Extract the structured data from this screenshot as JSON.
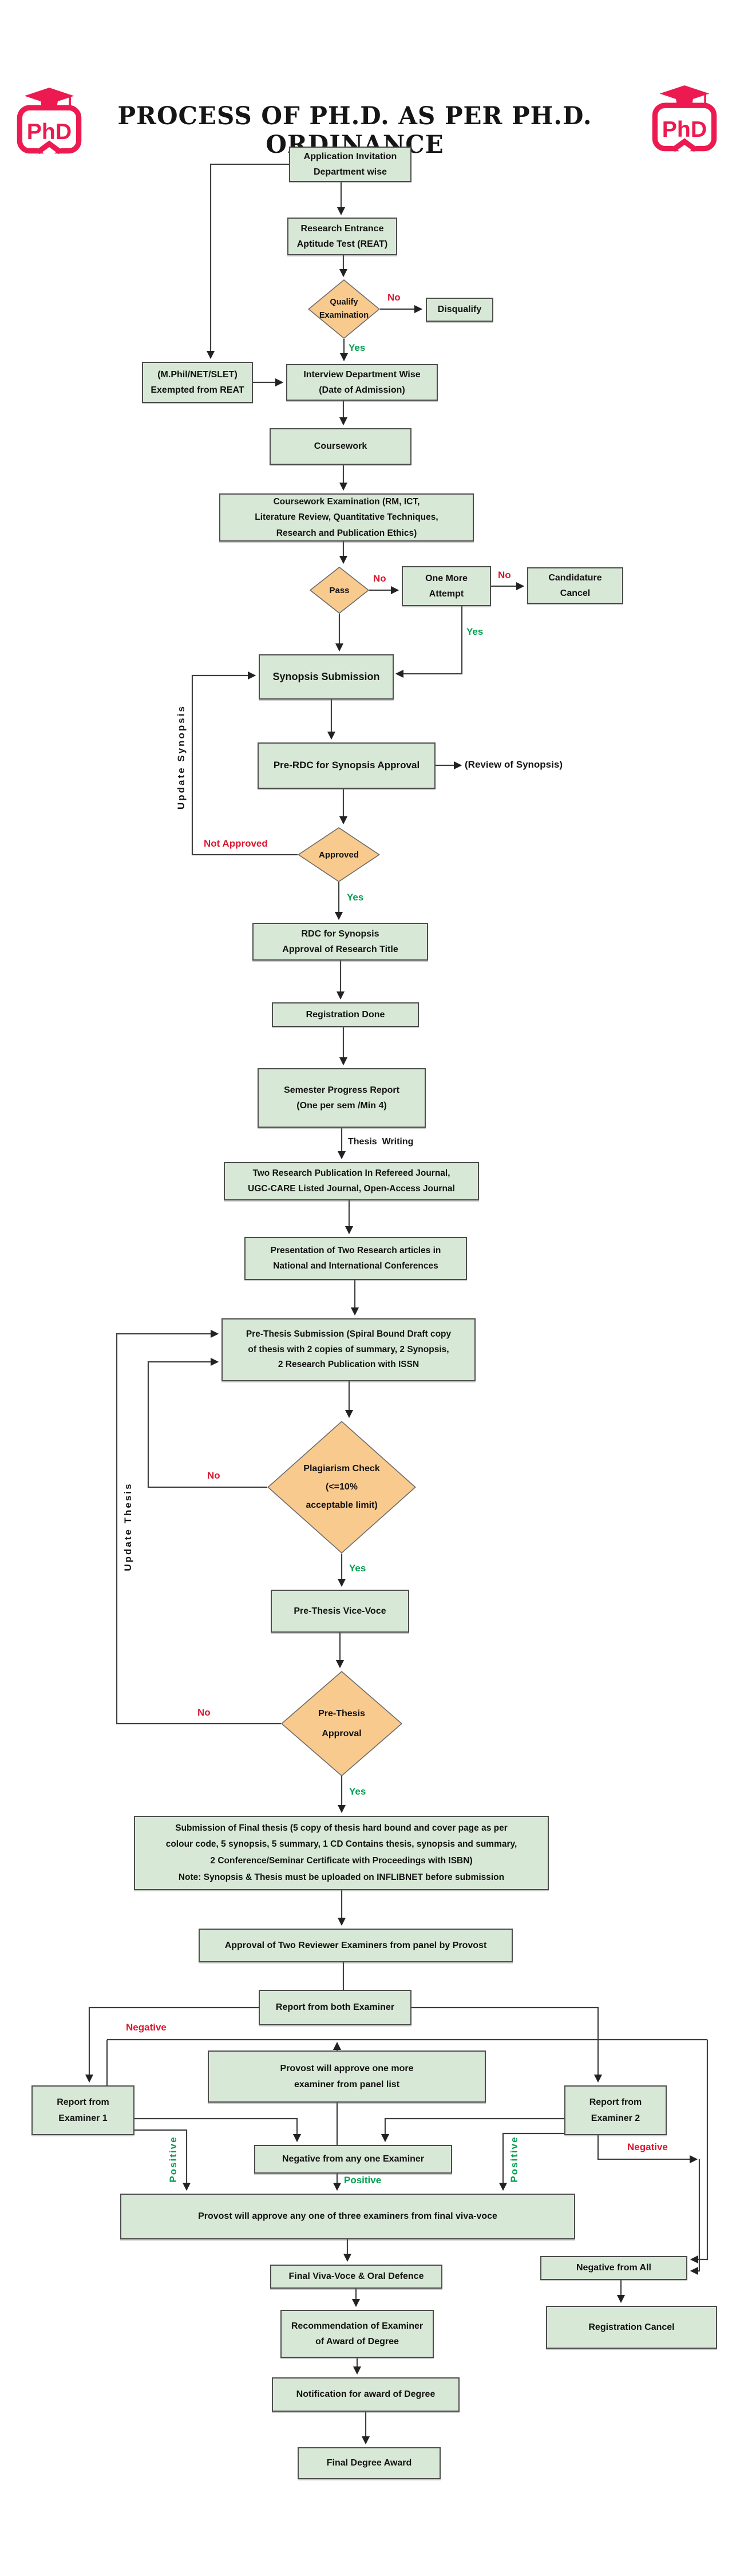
{
  "header": {
    "title": "PROCESS OF PH.D. AS PER PH.D. ORDINANCE",
    "logo_text": "PhD"
  },
  "colors": {
    "box_fill": "#d8e8d6",
    "diamond_fill": "#f9ca8e",
    "negative_red": "#d8182f",
    "positive_green": "#009e4f",
    "logo_pink": "#ec1a50",
    "line": "#3f3f3f"
  },
  "nodes": {
    "app_invite": "Application Invitation\nDepartment wise",
    "reat": "Research Entrance\nAptitude Test (REAT)",
    "qualify": "Qualify\nExamination",
    "disqualify": "Disqualify",
    "exempted": "(M.Phil/NET/SLET)\nExempted from REAT",
    "interview": "Interview Department Wise\n(Date of Admission)",
    "coursework": "Coursework",
    "coursework_exam": "Coursework Examination (RM, ICT,\nLiterature Review, Quantitative Techniques,\nResearch and Publication Ethics)",
    "pass": "Pass",
    "one_more": "One More\nAttempt",
    "candidature_cancel": "Candidature\nCancel",
    "synopsis_submission": "Synopsis Submission",
    "pre_rdc": "Pre-RDC for Synopsis Approval",
    "approved": "Approved",
    "rdc": "RDC for Synopsis\nApproval of Research Title",
    "registration_done": "Registration Done",
    "semester": "Semester Progress Report\n(One per sem /Min 4)",
    "two_research": "Two Research Publication In Refereed Journal,\nUGC-CARE Listed Journal, Open-Access Journal",
    "presentation": "Presentation of Two Research articles in\nNational and International Conferences",
    "pre_thesis_submission": "Pre-Thesis Submission (Spiral Bound Draft copy\nof thesis with 2 copies of summary, 2 Synopsis,\n2 Research Publication with ISSN",
    "plagiarism": "Plagiarism Check\n(<=10%\nacceptable limit)",
    "pre_thesis_viva": "Pre-Thesis Vice-Voce",
    "pre_thesis_approval": "Pre-Thesis\nApproval",
    "final_submission": "Submission of Final thesis (5 copy of thesis hard bound and cover page as per\ncolour code, 5 synopsis, 5 summary, 1 CD Contains thesis, synopsis and summary,\n2 Conference/Seminar Certificate with Proceedings with ISBN)\nNote: Synopsis & Thesis must be uploaded on INFLIBNET before submission",
    "approval_two": "Approval of Two Reviewer Examiners from panel by Provost",
    "report_both": "Report from both Examiner",
    "provost_one_more": "Provost will approve one more\nexaminer from panel list",
    "report_ex1": "Report from\nExaminer 1",
    "report_ex2": "Report from\nExaminer 2",
    "negative_any": "Negative from any one Examiner",
    "provost_three": "Provost will approve any one of three examiners from final viva-voce",
    "final_viva": "Final Viva-Voce & Oral Defence",
    "negative_all": "Negative from All",
    "registration_cancel": "Registration Cancel",
    "recommendation": "Recommendation of Examiner\nof Award of Degree",
    "notification": "Notification for award of Degree",
    "final_degree": "Final Degree Award"
  },
  "labels": {
    "yes": "Yes",
    "no": "No",
    "positive": "Positive",
    "negative": "Negative",
    "not_approved": "Not Approved",
    "update_synopsis": "Update Synopsis",
    "update_thesis": "Update Thesis",
    "thesis_writing": "Thesis  Writing",
    "review_of_synopsis": "(Review of Synopsis)"
  }
}
